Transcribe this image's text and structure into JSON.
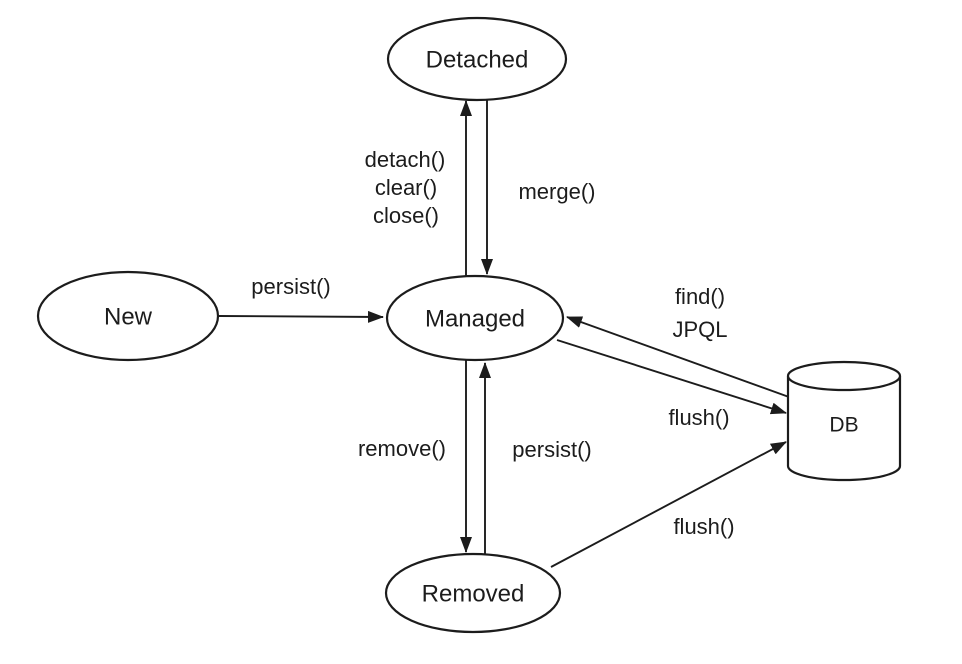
{
  "diagram": {
    "background_color": "#ffffff",
    "line_color": "#1c1c1c",
    "nodes": {
      "new": {
        "label": "New",
        "shape": "ellipse"
      },
      "managed": {
        "label": "Managed",
        "shape": "ellipse"
      },
      "detached": {
        "label": "Detached",
        "shape": "ellipse"
      },
      "removed": {
        "label": "Removed",
        "shape": "ellipse"
      },
      "db": {
        "label": "DB",
        "shape": "cylinder"
      }
    },
    "edges": {
      "new_to_managed": {
        "from": "New",
        "to": "Managed",
        "label": "persist()"
      },
      "managed_to_detached": {
        "from": "Managed",
        "to": "Detached",
        "labels": [
          "detach()",
          "clear()",
          "close()"
        ]
      },
      "detached_to_managed": {
        "from": "Detached",
        "to": "Managed",
        "label": "merge()"
      },
      "db_to_managed": {
        "from": "DB",
        "to": "Managed",
        "labels": [
          "find()",
          "JPQL"
        ]
      },
      "managed_to_db": {
        "from": "Managed",
        "to": "DB",
        "label": "flush()"
      },
      "managed_to_removed": {
        "from": "Managed",
        "to": "Removed",
        "label": "remove()"
      },
      "removed_to_managed": {
        "from": "Removed",
        "to": "Managed",
        "label": "persist()"
      },
      "removed_to_db": {
        "from": "Removed",
        "to": "DB",
        "label": "flush()"
      }
    }
  }
}
